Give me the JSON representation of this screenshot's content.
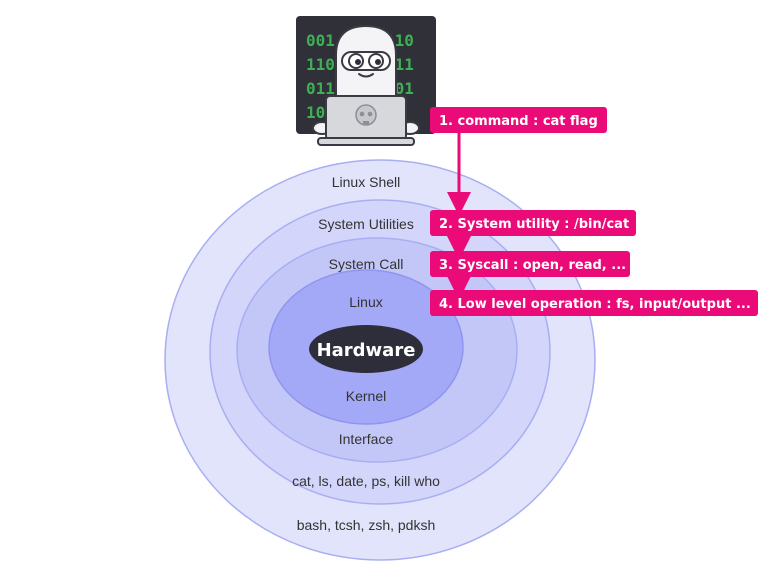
{
  "colors": {
    "ring_fill": "#e0e3fb",
    "ring_stroke": "#a9aef2",
    "core_fill": "#a3a8f7",
    "hardware_fill": "#2e2e3a",
    "callout_fill": "#ea0b78",
    "monitor_fill": "#2f3038",
    "binary_green": "#3fae55"
  },
  "rings": {
    "shell": {
      "top_label": "Linux Shell",
      "bottom_label": "bash, tcsh, zsh, pdksh"
    },
    "utilities": {
      "top_label": "System Utilities",
      "bottom_label": "cat, ls, date, ps, kill who"
    },
    "syscall": {
      "top_label": "System Call",
      "bottom_label": "Interface"
    },
    "kernel": {
      "top_label": "Linux",
      "bottom_label": "Kernel"
    }
  },
  "core": {
    "label": "Hardware"
  },
  "callouts": [
    {
      "label": "1. command : cat flag"
    },
    {
      "label": "2. System utility : /bin/cat"
    },
    {
      "label": "3. Syscall : open, read, ..."
    },
    {
      "label": "4. Low level operation : fs, input/output ..."
    }
  ],
  "illustration": {
    "binary_lines": [
      {
        "left": "001",
        "right": "110"
      },
      {
        "left": "110",
        "right": "011"
      },
      {
        "left": "011",
        "right": "101"
      },
      {
        "left": "10",
        "right": ""
      }
    ],
    "icons": [
      "ghost-mascot-icon",
      "laptop-icon",
      "skull-icon"
    ]
  }
}
